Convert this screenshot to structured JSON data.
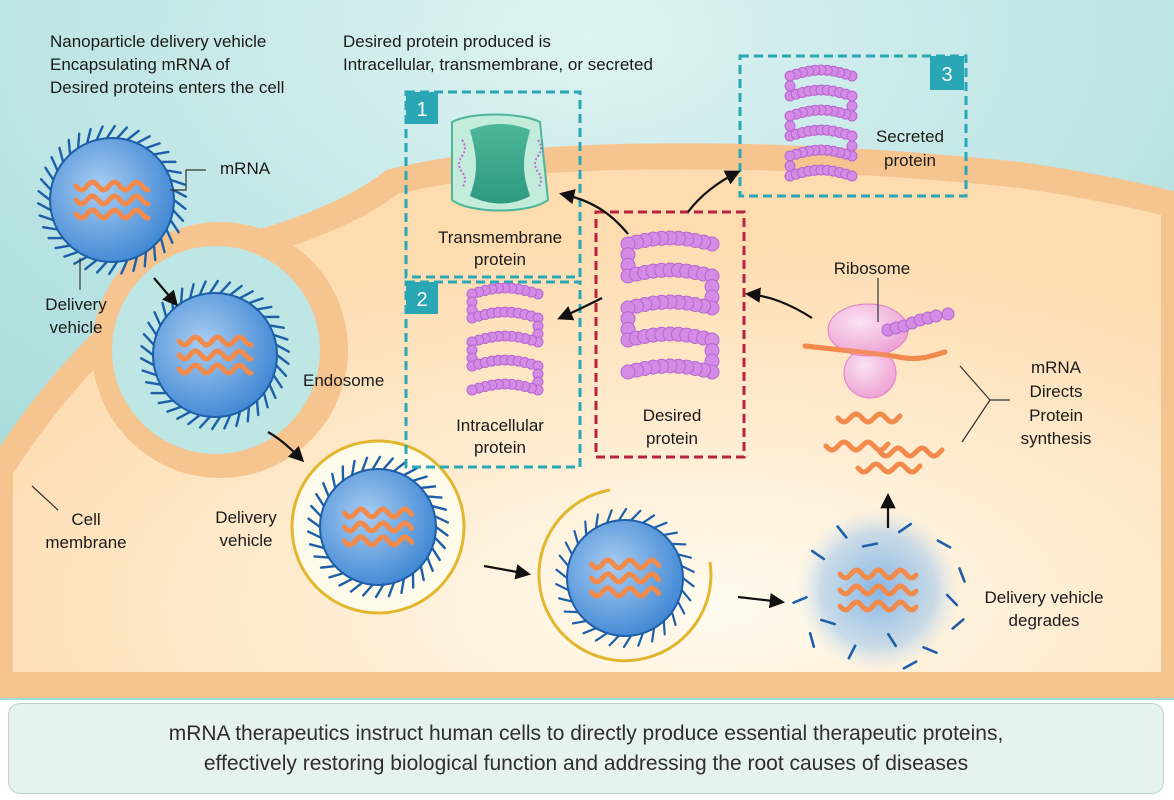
{
  "labels": {
    "intro": [
      "Nanoparticle delivery vehicle",
      "Encapsulating mRNA of",
      "Desired proteins enters the cell"
    ],
    "produced": [
      "Desired protein produced is",
      "Intracellular, transmembrane, or secreted"
    ],
    "mrna": "mRNA",
    "delivery_vehicle_top": [
      "Delivery",
      "vehicle"
    ],
    "endosome": "Endosome",
    "cell_membrane": [
      "Cell",
      "membrane"
    ],
    "delivery_vehicle_mid": [
      "Delivery",
      "vehicle"
    ],
    "transmembrane": [
      "Transmembrane",
      "protein"
    ],
    "intracellular": [
      "Intracellular",
      "protein"
    ],
    "secreted": [
      "Secreted",
      "protein"
    ],
    "desired": [
      "Desired",
      "protein"
    ],
    "ribosome": "Ribosome",
    "mrna_directs": [
      "mRNA",
      "Directs",
      "Protein",
      "synthesis"
    ],
    "degrades": [
      "Delivery vehicle",
      "degrades"
    ]
  },
  "badges": {
    "box1": "1",
    "box2": "2",
    "box3": "3"
  },
  "caption": [
    "mRNA therapeutics instruct human cells to directly produce essential therapeutic proteins,",
    "effectively restoring biological function and addressing the root causes of diseases"
  ],
  "colors": {
    "outside": "#b3e1e0",
    "cytoplasm": "#fde3bd",
    "membrane": "#f6c48f",
    "vehicle": "#5e9ddb",
    "vehicle_edge": "#1d5fa9",
    "spike": "#1d5fa9",
    "mrna": "#f28a4b",
    "endosome_ring": "#e2b62e",
    "protein": "#cc80e2",
    "teal_box": "#2aa7b4",
    "red_box": "#b9233f",
    "ribosome": "#f2b9df"
  }
}
